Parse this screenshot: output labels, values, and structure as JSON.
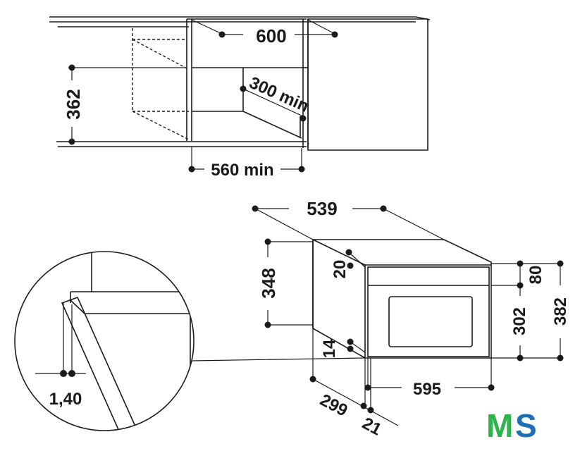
{
  "top_view": {
    "width": "600",
    "height": "362",
    "depth": "300 min",
    "niche_width": "560 min"
  },
  "oven_view": {
    "top_depth": "539",
    "side_height": "348",
    "top_offset": "20",
    "bottom_offset": "14",
    "panel_height": "80",
    "inner_height": "302",
    "total_height": "382",
    "front_width": "595",
    "body_depth": "299",
    "front_depth": "21"
  },
  "detail": {
    "gap": "1,40"
  },
  "logo": {
    "text_m": "M",
    "text_s": "S",
    "colors": {
      "m": "#2db34a",
      "s": "#1f6fb8"
    }
  }
}
